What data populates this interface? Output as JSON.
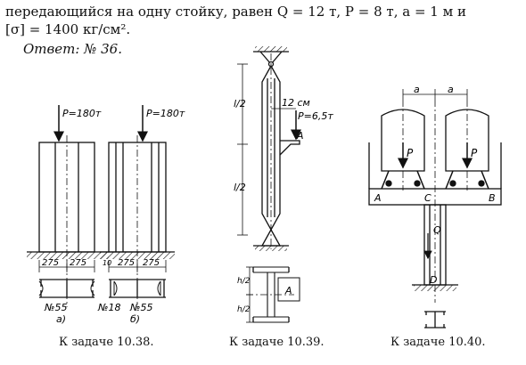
{
  "text": {
    "line1": "передающийся на одну стойку, равен  Q = 12 т,  P = 8 т,  a = 1 м и",
    "line2": "[σ] = 1400 кг/см².",
    "answer": "Ответ: № 36."
  },
  "captions": [
    "К задаче 10.38.",
    "К задаче 10.39.",
    "К задаче 10.40."
  ],
  "fig1": {
    "load_a": "P=180т",
    "load_b": "P=180т",
    "dim_a1": "275",
    "dim_a2": "275",
    "dim_b1": "275",
    "dim_b2": "275",
    "dim_b0": "10",
    "label_a": "№55",
    "label_b_left": "№18",
    "label_b_right": "№55",
    "sub_a": "а)",
    "sub_b": "б)"
  },
  "fig2": {
    "half1": "l/2",
    "half2": "l/2",
    "offset": "12 см",
    "load": "P=6,5т",
    "point": "A",
    "sec_h1": "h/2",
    "sec_h2": "h/2",
    "sec_point": "A"
  },
  "fig3": {
    "dim_a1": "a",
    "dim_a2": "a",
    "P1": "P",
    "P2": "P",
    "A": "A",
    "C": "C",
    "B": "B",
    "Q": "Q",
    "D": "D"
  }
}
